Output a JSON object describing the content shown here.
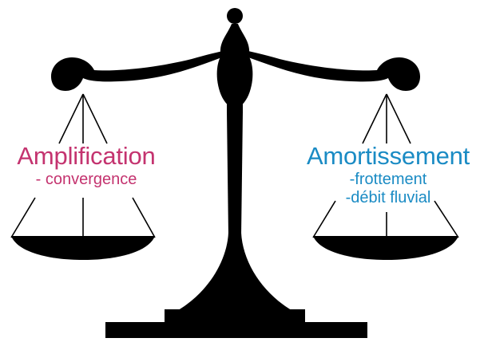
{
  "left_side": {
    "title": "Amplification",
    "items": [
      "- convergence"
    ],
    "color": "#c4336f"
  },
  "right_side": {
    "title": "Amortissement",
    "items": [
      "-frottement",
      "-débit fluvial"
    ],
    "color": "#1a8bc4"
  },
  "scale_color": "#000000"
}
